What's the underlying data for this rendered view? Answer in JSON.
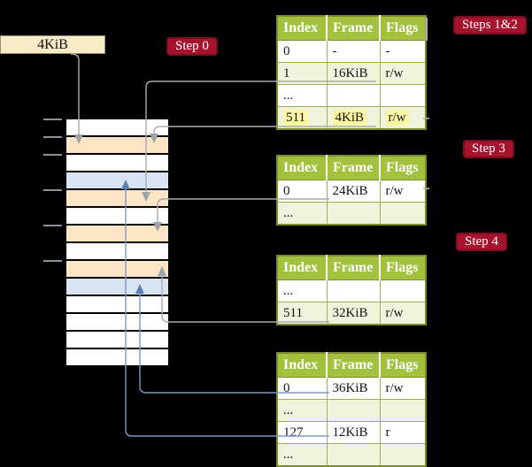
{
  "frame_box": {
    "label": "4KiB"
  },
  "badges": {
    "step0": "Step 0",
    "steps12": "Steps 1&2",
    "step3": "Step 3",
    "step4": "Step 4"
  },
  "colors": {
    "background": "#000000",
    "badge_red": "#A5132C",
    "badge_border": "#7B0E20",
    "table_header_green": "#A3C13D",
    "table_border_olive": "#7D8C2F",
    "table_row_green": "#EFF3DC",
    "frame_box_cream": "#FAEBC8",
    "memory_pagetable_peach": "#FCE4C4",
    "memory_data_blue": "#D8E4F3",
    "memory_white": "#FFFFFF",
    "highlight_yellow": "#FDF7A1",
    "wire_grey": "#A9ACB0",
    "wire_blue": "#7E98C6"
  },
  "memory": {
    "rows": [
      {
        "color": "#FFFFFF"
      },
      {
        "color": "#FCE4C4"
      },
      {
        "color": "#FFFFFF"
      },
      {
        "color": "#D8E4F3"
      },
      {
        "color": "#FCE4C4"
      },
      {
        "color": "#FFFFFF"
      },
      {
        "color": "#FCE4C4"
      },
      {
        "color": "#FFFFFF"
      },
      {
        "color": "#FCE4C4"
      },
      {
        "color": "#D8E4F3"
      },
      {
        "color": "#FFFFFF"
      },
      {
        "color": "#FFFFFF"
      },
      {
        "color": "#FFFFFF"
      },
      {
        "color": "#FFFFFF"
      }
    ]
  },
  "tables": [
    {
      "headers": [
        "Index",
        "Frame",
        "Flags"
      ],
      "rows": [
        {
          "cells": [
            "0",
            "-",
            "-"
          ]
        },
        {
          "cells": [
            "1",
            "16KiB",
            "r/w"
          ]
        },
        {
          "cells": [
            "...",
            "",
            ""
          ]
        },
        {
          "cells": [
            "511",
            "4KiB",
            "r/w"
          ],
          "highlight": true
        }
      ]
    },
    {
      "headers": [
        "Index",
        "Frame",
        "Flags"
      ],
      "rows": [
        {
          "cells": [
            "0",
            "24KiB",
            "r/w"
          ]
        },
        {
          "cells": [
            "...",
            "",
            ""
          ]
        }
      ]
    },
    {
      "headers": [
        "Index",
        "Frame",
        "Flags"
      ],
      "rows": [
        {
          "cells": [
            "...",
            "",
            ""
          ]
        },
        {
          "cells": [
            "511",
            "32KiB",
            "r/w"
          ]
        }
      ]
    },
    {
      "headers": [
        "Index",
        "Frame",
        "Flags"
      ],
      "rows": [
        {
          "cells": [
            "0",
            "36KiB",
            "r/w"
          ]
        },
        {
          "cells": [
            "...",
            "",
            ""
          ]
        },
        {
          "cells": [
            "127",
            "12KiB",
            "r"
          ]
        },
        {
          "cells": [
            "...",
            "",
            ""
          ]
        }
      ]
    }
  ],
  "connectors": [
    {
      "from": "frame-size-box",
      "to": "memory-row-4kib",
      "color": "#A9ACB0"
    },
    {
      "from": "table1-entry-1",
      "to": "memory-row-16kib",
      "color": "#A9ACB0"
    },
    {
      "from": "table1-entry-511",
      "to": "memory-row-4kib",
      "color": "#A9ACB0"
    },
    {
      "from": "table2-entry-0",
      "to": "memory-row-24kib",
      "color": "#A9ACB0"
    },
    {
      "from": "table3-entry-511",
      "to": "memory-row-32kib",
      "color": "#A9ACB0"
    },
    {
      "from": "table4-entry-0",
      "to": "memory-row-36kib",
      "color": "#7E98C6"
    },
    {
      "from": "table4-entry-127",
      "to": "memory-row-12kib",
      "color": "#7E98C6"
    }
  ]
}
